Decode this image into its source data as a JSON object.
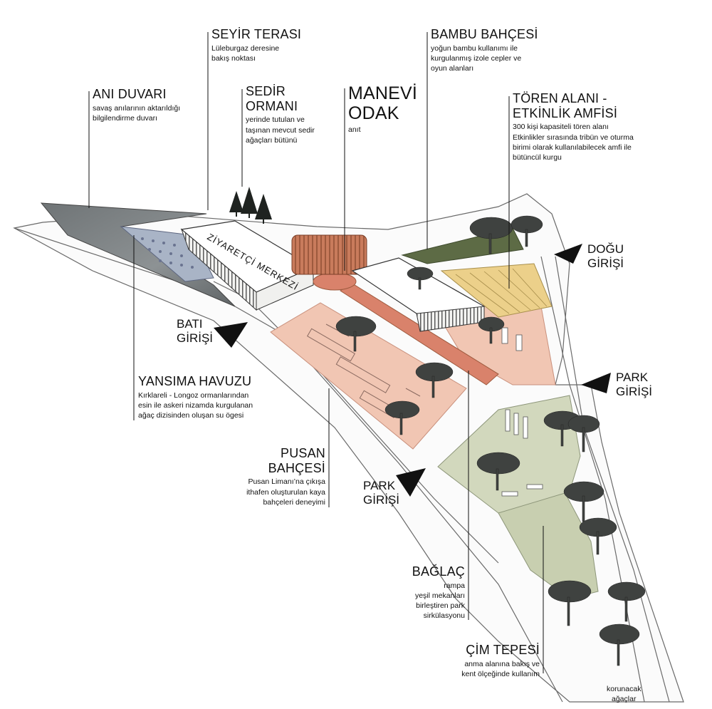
{
  "labels": {
    "seyir": {
      "title": "SEYİR TERASI",
      "desc": "Lüleburgaz deresine\nbakış noktası"
    },
    "bambu": {
      "title": "BAMBU BAHÇESİ",
      "desc": "yoğun bambu kullanımı ile\nkurgulanmış izole cepler ve\noyun alanları"
    },
    "ani": {
      "title": "ANI DUVARI",
      "desc": "savaş anılarının aktarıldığı\nbilgilendirme duvarı"
    },
    "sedir": {
      "title": "SEDİR\nORMANI",
      "desc": "yerinde tutulan ve\ntaşınan mevcut sedir\nağaçları bütünü"
    },
    "manevi": {
      "title": "MANEVİ\nODAK",
      "desc": "anıt"
    },
    "toren": {
      "title": "TÖREN ALANI -\nETKİNLİK AMFİSİ",
      "desc": "300 kişi kapasiteli tören alanı\nEtkinlikler sırasında tribün ve oturma\nbirimi olarak kullanılabilecek amfi ile\nbütüncül kurgu"
    },
    "yansima": {
      "title": "YANSIMA HAVUZU",
      "desc": "Kırklareli - Longoz ormanlarından\nesin ile askeri nizamda kurgulanan\nağaç dizisinden oluşan su ögesi"
    },
    "pusan": {
      "title": "PUSAN\nBAHÇESİ",
      "desc": "Pusan Limanı’na çıkışa\nithafen oluşturulan kaya\nbahçeleri deneyimi"
    },
    "baglac": {
      "title": "BAĞLAÇ",
      "desc": "rampa\nyeşil mekanları\nbirleştiren park\nsirkülasyonu"
    },
    "cim": {
      "title": "ÇİM TEPESİ",
      "desc": "anma alanına bakış ve\nkent ölçeğinde kullanım"
    },
    "korunacak": {
      "desc": "korunacak\nağaçlar"
    }
  },
  "entrances": {
    "dogu": {
      "line1": "DOĞU",
      "line2": "GİRİŞİ"
    },
    "bati": {
      "line1": "BATI",
      "line2": "GİRİŞİ"
    },
    "park_east": {
      "line1": "PARK",
      "line2": "GİRİŞİ"
    },
    "park_mid": {
      "line1": "PARK",
      "line2": "GİRİŞİ"
    }
  },
  "building": {
    "sign": "ZİYARETÇİ MERKEZİ"
  },
  "colors": {
    "pink": "#f1c6b3",
    "terracotta": "#d9826b",
    "sage": "#c9d1b0",
    "olive": "#5d6b45",
    "yellow": "#ecd08a",
    "stone": "#7d8284",
    "water": "#a9b4c6",
    "tree": "#3f4240"
  }
}
